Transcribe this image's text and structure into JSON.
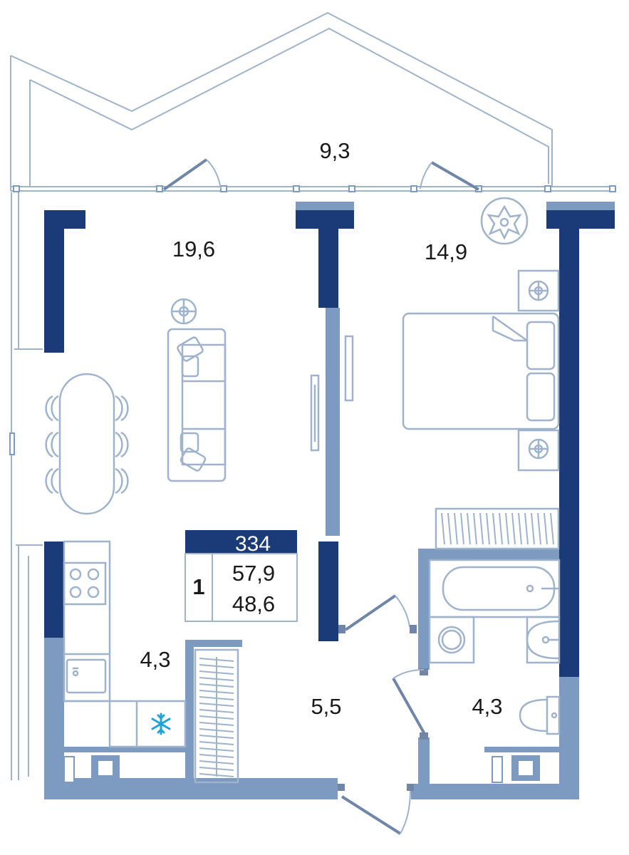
{
  "colors": {
    "wall_dark": "#1a3b78",
    "wall_light": "#7d9ac0",
    "line": "#9fb3cc",
    "text": "#1a1a1a",
    "snowflake": "#1fa3d8"
  },
  "rooms": {
    "balcony": "9,3",
    "living": "19,6",
    "bedroom": "14,9",
    "kitchen": "4,3",
    "hall": "5,5",
    "bathroom": "4,3"
  },
  "badge": {
    "apartment_number": "334",
    "rooms": "1",
    "total_area": "57,9",
    "living_area": "48,6"
  },
  "icons": [
    "snowflake-icon",
    "plant-icon",
    "lamp-icon"
  ]
}
